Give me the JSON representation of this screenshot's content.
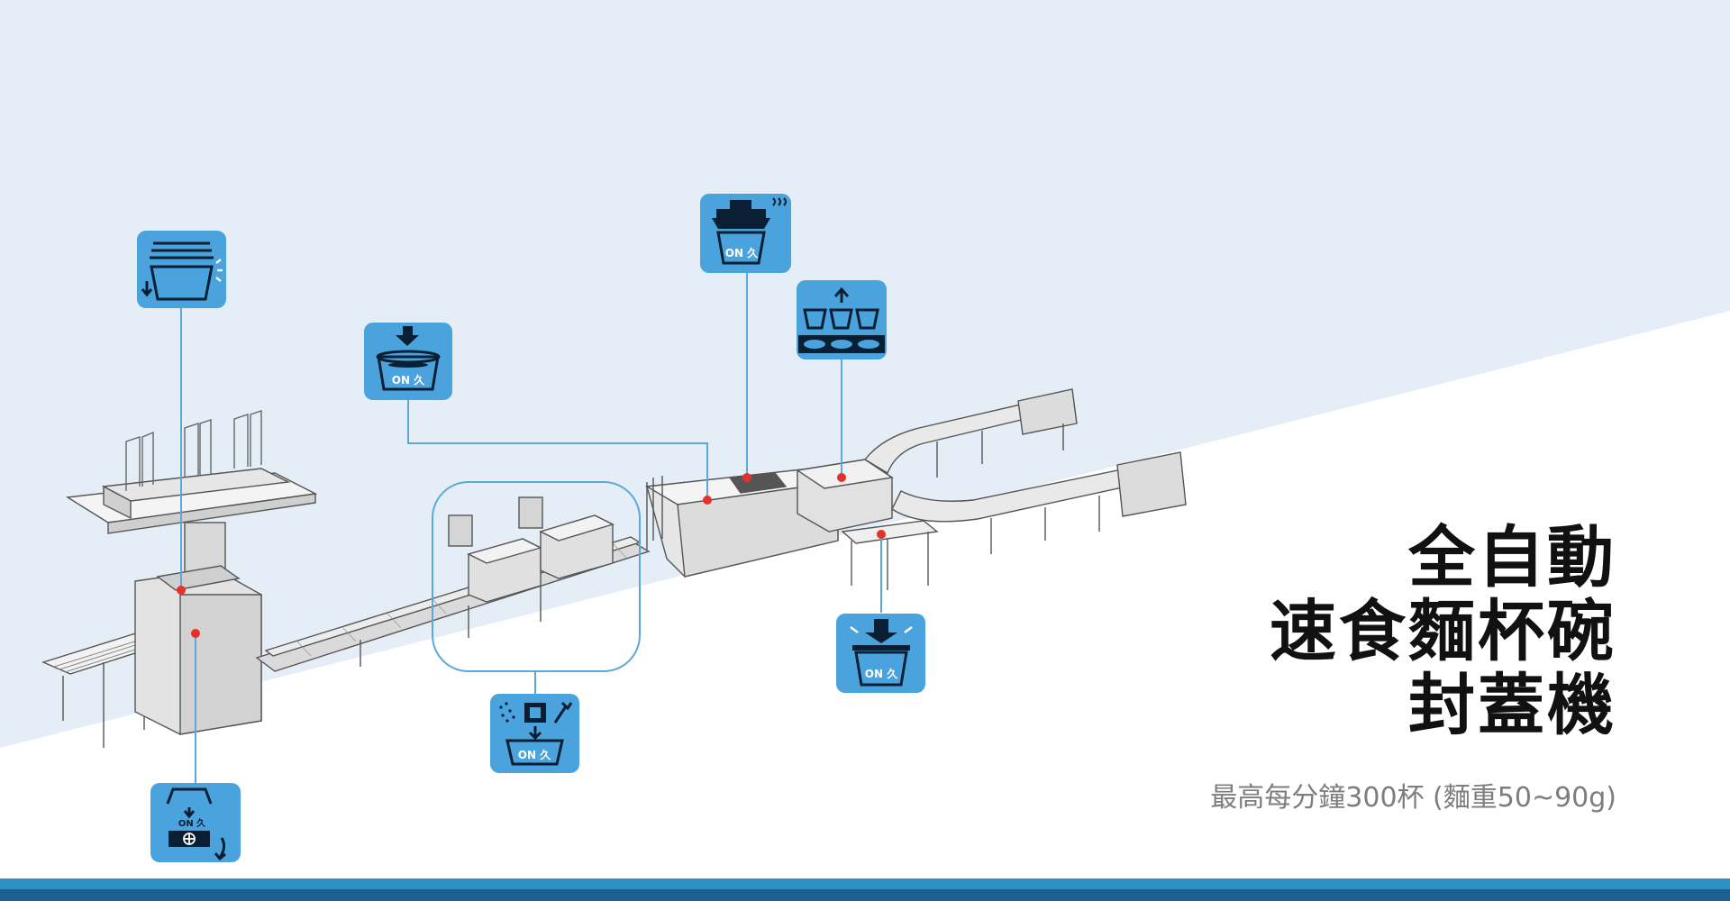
{
  "title_lines": [
    "全自動",
    "速食麵杯碗",
    "封蓋機"
  ],
  "subtitle": "最高每分鐘300杯 (麵重50~90g)",
  "icon_label": "ON 久",
  "colors": {
    "sky": "#e5eef6",
    "icon_blue": "#4aa3dc",
    "connector": "#5aa9d8",
    "marker": "#e8302a",
    "stripe_light": "#2e8fc3",
    "stripe_dark": "#1d5f8f"
  },
  "process_icons": [
    {
      "name": "cup-drop-icon"
    },
    {
      "name": "noodle-insert-icon"
    },
    {
      "name": "steam-seal-icon"
    },
    {
      "name": "cup-lift-icon"
    },
    {
      "name": "seasoning-fork-icon"
    },
    {
      "name": "lid-press-icon"
    },
    {
      "name": "cup-flip-icon"
    }
  ]
}
